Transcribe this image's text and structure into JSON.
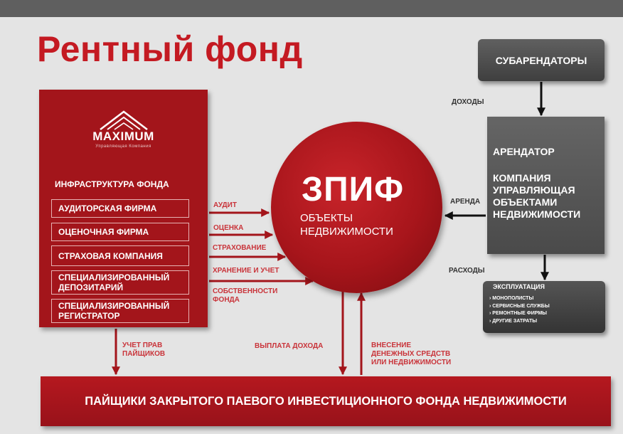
{
  "title": "Рентный фонд",
  "logo": {
    "name": "MAXIMUM",
    "tagline": "Управляющая Компания"
  },
  "infrastructure": {
    "title": "ИНФРАСТРУКТУРА ФОНДА",
    "items": [
      "АУДИТОРСКАЯ ФИРМА",
      "ОЦЕНОЧНАЯ ФИРМА",
      "СТРАХОВАЯ КОМПАНИЯ",
      "СПЕЦИАЛИЗИРОВАННЫЙ\nДЕПОЗИТАРИЙ",
      "СПЕЦИАЛИЗИРОВАННЫЙ\nРЕГИСТРАТОР"
    ]
  },
  "service_labels": [
    "АУДИТ",
    "ОЦЕНКА",
    "СТРАХОВАНИЕ",
    "ХРАНЕНИЕ И УЧЕТ",
    "СОБСТВЕННОСТИ\nФОНДА"
  ],
  "center": {
    "title": "ЗПИФ",
    "subtitle": "ОБЪЕКТЫ\nНЕДВИЖИМОСТИ"
  },
  "subtenants": {
    "label": "СУБАРЕНДАТОРЫ"
  },
  "tenant": {
    "title": "АРЕНДАТОР",
    "body": "КОМПАНИЯ\nУПРАВЛЯЮЩАЯ\nОБЪЕКТАМИ\nНЕДВИЖИМОСТИ"
  },
  "operations": {
    "title": "ЭКСПЛУАТАЦИЯ",
    "items": [
      "МОНОПОЛИСТЫ",
      "СЕРВИСНЫЕ СЛУЖБЫ",
      "РЕМОНТНЫЕ ФИРМЫ",
      "ДРУГИЕ ЗАТРАТЫ"
    ]
  },
  "flow_labels": {
    "income": "ДОХОДЫ",
    "rent": "АРЕНДА",
    "expenses": "РАСХОДЫ",
    "rights": "УЧЕТ ПРАВ\nПАЙЩИКОВ",
    "payout": "ВЫПЛАТА ДОХОДА",
    "contribution": "ВНЕСЕНИЕ\nДЕНЕЖНЫХ СРЕДСТВ\nИЛИ НЕДВИЖИМОСТИ"
  },
  "shareholders": {
    "label": "ПАЙЩИКИ ЗАКРЫТОГО ПАЕВОГО ИНВЕСТИЦИОННОГО ФОНДА НЕДВИЖИМОСТИ"
  },
  "colors": {
    "brand_red": "#a3151b",
    "dark_gray": "#5e5e5e",
    "background": "#e4e4e4"
  }
}
